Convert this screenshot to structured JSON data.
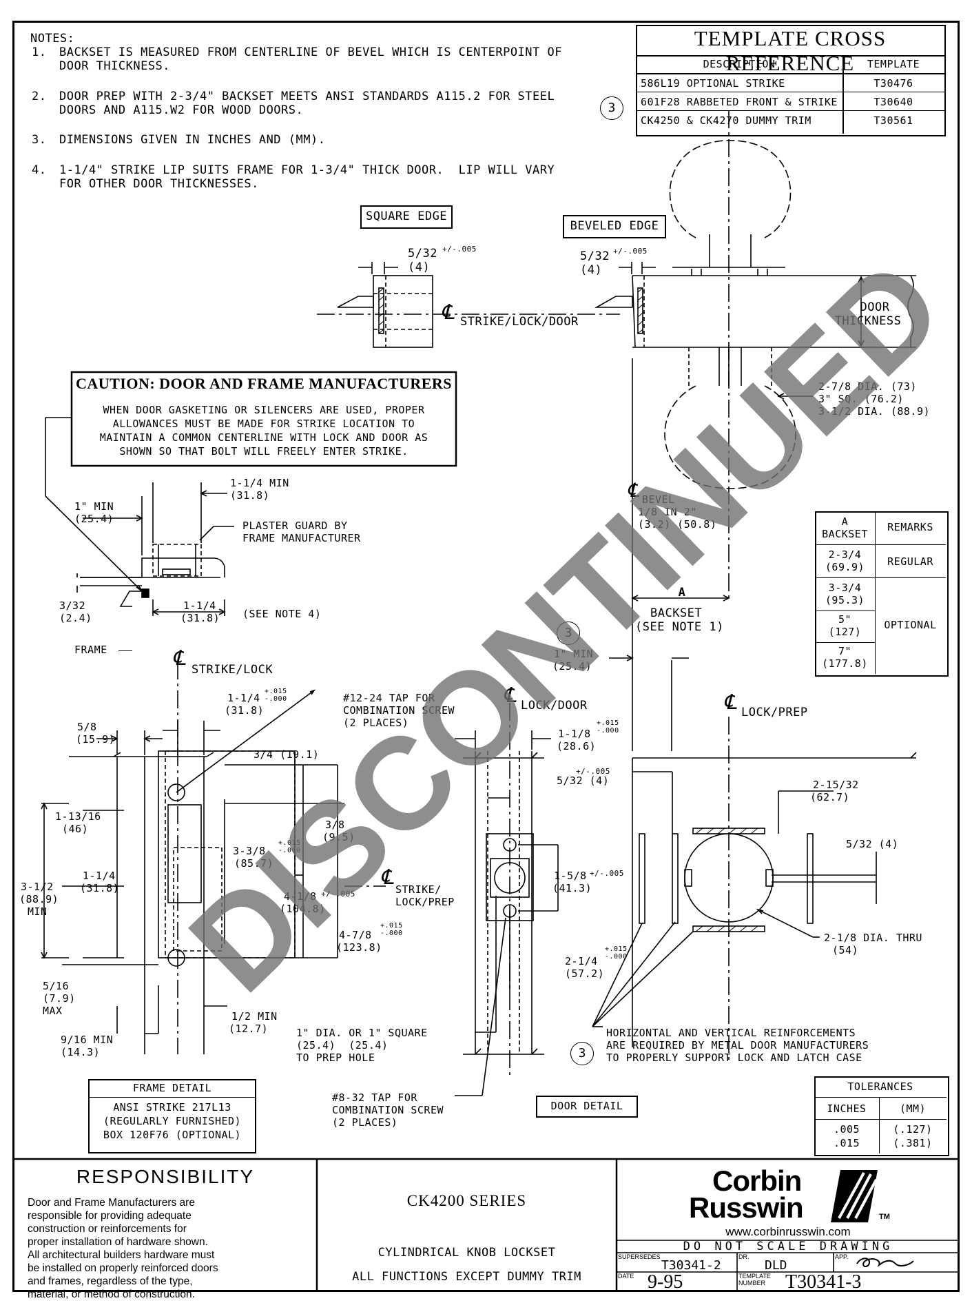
{
  "notes": {
    "heading": "NOTES:",
    "n1_num": "1.",
    "n1_l1": "BACKSET IS MEASURED FROM CENTERLINE OF BEVEL WHICH IS CENTERPOINT OF",
    "n1_l2": "DOOR THICKNESS.",
    "n2_num": "2.",
    "n2_l1": "DOOR PREP WITH 2-3/4\" BACKSET MEETS ANSI STANDARDS A115.2 FOR STEEL",
    "n2_l2": "DOORS AND A115.W2 FOR WOOD DOORS.",
    "n3_num": "3.",
    "n3_l1": "DIMENSIONS GIVEN IN INCHES AND (MM).",
    "n4_num": "4.",
    "n4_l1": "1-1/4\" STRIKE LIP SUITS FRAME FOR 1-3/4\" THICK DOOR.  LIP WILL VARY",
    "n4_l2": "FOR OTHER DOOR THICKNESSES."
  },
  "cross_ref": {
    "title": "TEMPLATE CROSS REFERENCE",
    "col_desc": "DESCRIPTION",
    "col_template": "TEMPLATE",
    "rows": [
      {
        "desc": "586L19 OPTIONAL STRIKE",
        "template": "T30476"
      },
      {
        "desc": "601F28 RABBETED FRONT & STRIKE",
        "template": "T30640"
      },
      {
        "desc": "CK4250 & CK4270 DUMMY TRIM",
        "template": "T30561"
      }
    ],
    "marker": "3"
  },
  "edges": {
    "square": "SQUARE EDGE",
    "beveled": "BEVELED EDGE",
    "dim_532a": "5/32",
    "tol_532a": "+/-.005",
    "mm_4a": "(4)",
    "dim_532b": "5/32",
    "tol_532b": "+/-.005",
    "mm_4b": "(4)",
    "cl_label": "STRIKE/LOCK/DOOR",
    "door_thickness_1": "DOOR",
    "door_thickness_2": "THICKNESS"
  },
  "caution": {
    "title": "CAUTION:  DOOR AND FRAME MANUFACTURERS",
    "l1": "WHEN DOOR GASKETING OR SILENCERS ARE USED, PROPER",
    "l2": "ALLOWANCES MUST BE MADE FOR STRIKE LOCATION TO",
    "l3": "MAINTAIN A COMMON CENTERLINE WITH LOCK AND DOOR AS",
    "l4": "SHOWN SO THAT BOLT WILL FREELY ENTER STRIKE."
  },
  "knob_dims": {
    "l1": "2-7/8 DIA. (73)",
    "l2": "3\" SQ. (76.2)",
    "l3": "3-1/2 DIA. (88.9)",
    "bevel1": "BEVEL",
    "bevel2": "1/8 IN 2\"",
    "bevel3": "(3.2) (50.8)"
  },
  "frame_section": {
    "min114": "1-1/4 MIN",
    "min114mm": "(31.8)",
    "min1": "1\" MIN",
    "min1mm": "(25.4)",
    "plaster1": "PLASTER GUARD BY",
    "plaster2": "FRAME MANUFACTURER",
    "d332": "3/32",
    "d332mm": "(2.4)",
    "d114": "1-1/4",
    "d114mm": "(31.8)",
    "seenote": "(SEE NOTE 4)",
    "frame": "FRAME"
  },
  "backset_table": {
    "h1": "A",
    "h1b": "BACKSET",
    "h2": "REMARKS",
    "r1a": "2-3/4",
    "r1b": "(69.9)",
    "r1r": "REGULAR",
    "r2a": "3-3/4",
    "r2b": "(95.3)",
    "r3a": "5\"",
    "r3b": "(127)",
    "r4a": "7\"",
    "r4b": "(177.8)",
    "r234r": "OPTIONAL"
  },
  "backset_dim": {
    "a": "A",
    "backset": "BACKSET",
    "seenote": "(SEE NOTE 1)",
    "marker": "3",
    "min1": "1\" MIN",
    "min1mm": "(25.4)"
  },
  "frame_detail": {
    "cl": "STRIKE/LOCK",
    "d114": "1-1/4",
    "d114tol": "+.015\n-.000",
    "d114mm": "(31.8)",
    "tap1": "#12-24 TAP FOR",
    "tap2": "COMBINATION SCREW",
    "tap3": "(2 PLACES)",
    "d58": "5/8",
    "d58mm": "(15.9)",
    "d34": "3/4 (19.1)",
    "d11316": "1-13/16",
    "d11316mm": "(46)",
    "d38": "3/8",
    "d38mm": "(9.5)",
    "d338": "3-3/8",
    "d338tol": "+.015\n-.000",
    "d338mm": "(85.7)",
    "d114b": "1-1/4",
    "d114bmm": "(31.8)",
    "d312": "3-1/2",
    "d312mm": "(88.9)",
    "d312min": "MIN",
    "d418": "4-1/8",
    "d418tol": "+/-.005",
    "d418mm": "(104.8)",
    "d478": "4-7/8",
    "d478tol": "+.015\n-.000",
    "d478mm": "(123.8)",
    "d516": "5/16",
    "d516mm": "(7.9)",
    "d516max": "MAX",
    "d12": "1/2 MIN",
    "d12mm": "(12.7)",
    "d916": "9/16 MIN",
    "d916mm": "(14.3)",
    "title": "FRAME DETAIL",
    "b1": "ANSI STRIKE 217L13",
    "b2": "(REGULARLY FURNISHED)",
    "b3": "BOX 120F76 (OPTIONAL)"
  },
  "door_edge": {
    "cl": "LOCK/DOOR",
    "d118": "1-1/8",
    "d118tol": "+.015\n-.000",
    "d118mm": "(28.6)",
    "d532": "5/32 (4)",
    "d532tol": "+/-.005",
    "cl2a": "STRIKE/",
    "cl2b": "LOCK/PREP",
    "d158": "1-5/8",
    "d158tol": "+/-.005",
    "d158mm": "(41.3)",
    "d214": "2-1/4",
    "d214tol": "+.015\n-.000",
    "d214mm": "(57.2)",
    "hole1": "1\" DIA. OR 1\" SQUARE",
    "hole2": "(25.4)  (25.4)",
    "hole3": "TO PREP HOLE",
    "tap1": "#8-32 TAP FOR",
    "tap2": "COMBINATION SCREW",
    "tap3": "(2 PLACES)",
    "title": "DOOR DETAIL"
  },
  "door_face": {
    "cl": "LOCK/PREP",
    "d21532": "2-15/32",
    "d21532mm": "(62.7)",
    "d532": "5/32 (4)",
    "d218": "2-1/8 DIA. THRU",
    "d218mm": "(54)",
    "reinf1": "HORIZONTAL AND VERTICAL REINFORCEMENTS",
    "reinf2": "ARE REQUIRED BY METAL DOOR MANUFACTURERS",
    "reinf3": "TO PROPERLY SUPPORT LOCK AND LATCH CASE",
    "marker": "3"
  },
  "tolerances": {
    "title": "TOLERANCES",
    "h1": "INCHES",
    "h2": "(MM)",
    "r1a": ".005",
    "r1b": "(.127)",
    "r2a": ".015",
    "r2b": "(.381)"
  },
  "responsibility": {
    "title": "RESPONSIBILITY",
    "l1": "Door and Frame Manufacturers are",
    "l2": "responsible for providing adequate",
    "l3": "construction or reinforcements for",
    "l4": "proper installation of hardware shown.",
    "l5": "All architectural builders hardware must",
    "l6": "be installed on properly reinforced doors",
    "l7": "and frames, regardless of the type,",
    "l8": "material, or method of construction."
  },
  "product": {
    "series": "CK4200 SERIES",
    "l1": "CYLINDRICAL KNOB LOCKSET",
    "l2": "ALL FUNCTIONS EXCEPT DUMMY TRIM"
  },
  "brand": {
    "name1": "Corbin",
    "name2": "Russwin",
    "tm": "TM",
    "url": "www.corbinrusswin.com",
    "noscale": "DO NOT SCALE DRAWING",
    "supersedes_lbl": "SUPERSEDES",
    "supersedes": "T30341-2",
    "dr_lbl": "DR.",
    "dr": "DLD",
    "app_lbl": "APP.",
    "date_lbl": "DATE",
    "date": "9-95",
    "tn_lbl1": "TEMPLATE",
    "tn_lbl2": "NUMBER",
    "template_number": "T30341-3"
  },
  "watermark": "DISCONTINUED",
  "colors": {
    "ink": "#000000",
    "watermark": "#6e6e6e"
  }
}
